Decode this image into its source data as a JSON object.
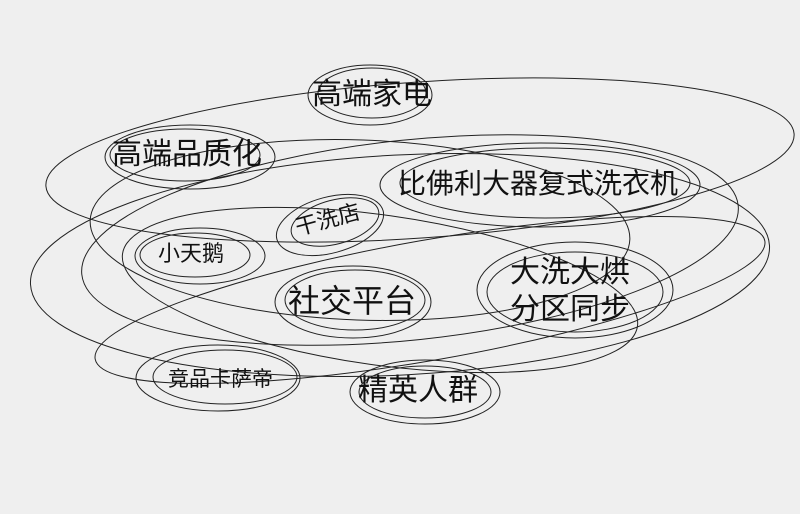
{
  "keywords": [
    {
      "text": "高端家电"
    },
    {
      "text": "高端品质化"
    },
    {
      "text": "比佛利大器复式洗衣机"
    },
    {
      "text": "干洗店"
    },
    {
      "text": "小天鹅"
    },
    {
      "text": "社交平台"
    },
    {
      "text": "大洗大烘"
    },
    {
      "text": "分区同步"
    },
    {
      "text": "竞品卡萨帝"
    },
    {
      "text": "精英人群"
    }
  ],
  "colors": {
    "background": "#efefef",
    "ink": "#111111"
  }
}
